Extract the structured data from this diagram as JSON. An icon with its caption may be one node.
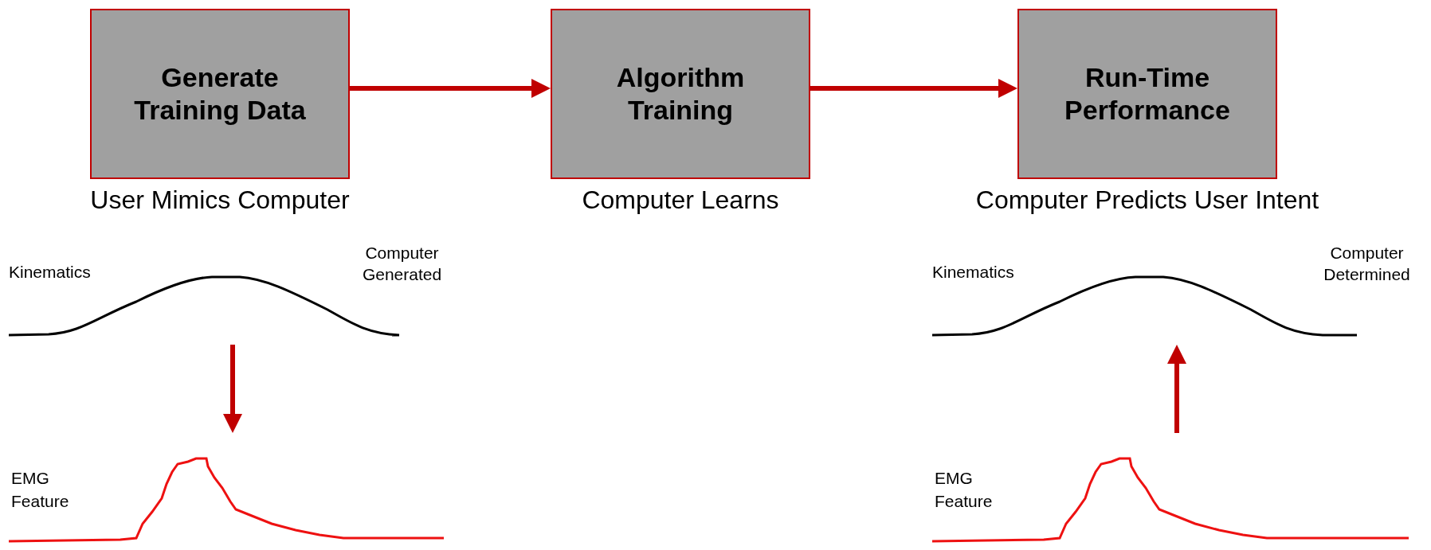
{
  "diagram": {
    "nodes": [
      {
        "text": [
          "Generate Training Data"
        ],
        "beside": [
          "User Mimics Computer"
        ]
      },
      {
        "text": [
          "Algorithm Training"
        ],
        "beside": [
          "Computer Learns"
        ]
      },
      {
        "text": [
          "Run-Time Performance"
        ],
        "beside": [
          "Computer Predicts User Intent"
        ]
      },
      {
        "text": [
          "Kinematics",
          "Computer Generated"
        ]
      },
      {
        "text": [
          "EMG Feature"
        ]
      },
      {
        "text": [
          "Kinematics",
          "Computer Determined"
        ]
      },
      {
        "text": [
          "EMG Feature"
        ]
      }
    ],
    "edges": [
      {
        "from": 0,
        "to": 1,
        "arrow": "to"
      },
      {
        "from": 1,
        "to": 2,
        "arrow": "to"
      },
      {
        "from": 3,
        "to": 4,
        "arrow": "to"
      },
      {
        "from": 6,
        "to": 5,
        "arrow": "to"
      }
    ]
  }
}
